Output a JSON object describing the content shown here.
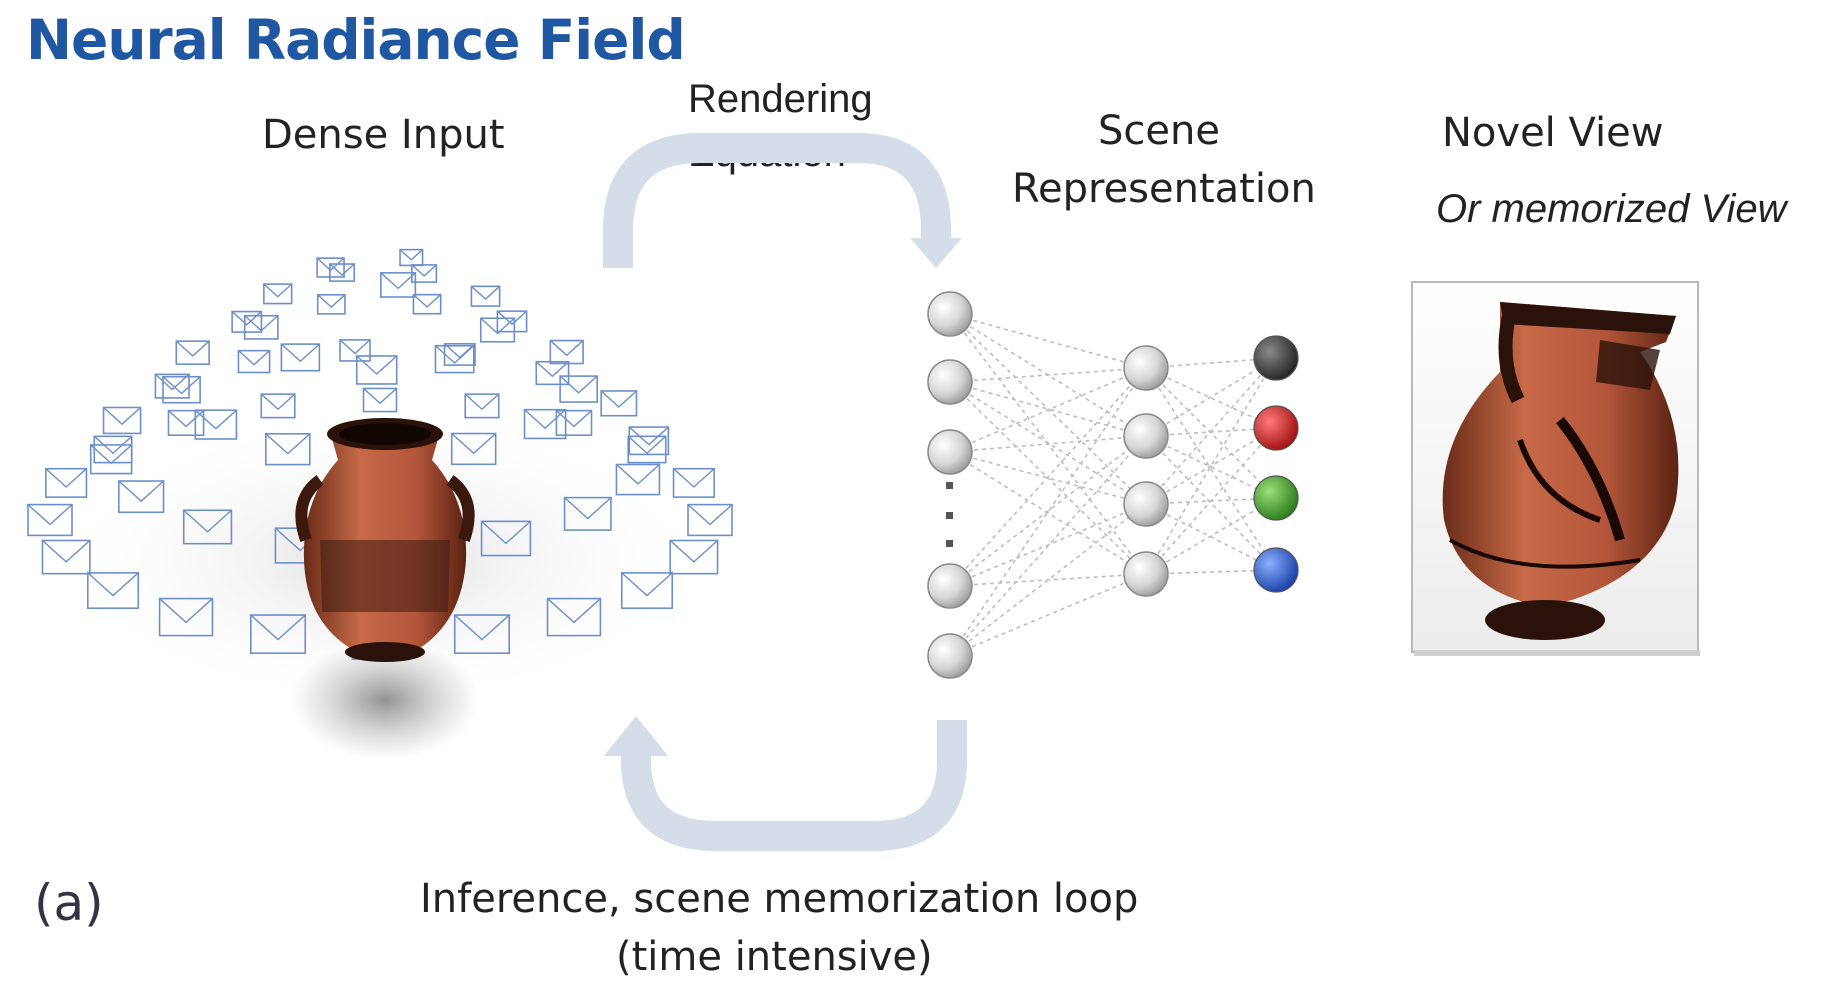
{
  "title": "Neural Radiance Field",
  "labels": {
    "dense_input": "Dense Input",
    "rendering_equation_1": "Rendering",
    "rendering_equation_2": "Equation",
    "scene_rep_1": "Scene",
    "scene_rep_2": "Representation",
    "novel_view": "Novel View",
    "memorized_view": "Or memorized View",
    "panel": "(a)",
    "loop_1": "Inference, scene memorization loop",
    "loop_2": "(time intensive)"
  },
  "colors": {
    "title": "#1f57a3",
    "arrow": "#d5dde8",
    "camera": "#6c8fcc",
    "output_dark": "#3a3a3a",
    "output_red": "#c81f1f",
    "output_green": "#3a9a2a",
    "output_blue": "#2a5ed8",
    "vase": "#b85a3a"
  },
  "network": {
    "input_nodes": 6,
    "hidden_nodes": 4,
    "output_nodes": 4
  },
  "icons": [
    "camera-frustum-icon",
    "vase-icon",
    "neural-net-icon"
  ]
}
